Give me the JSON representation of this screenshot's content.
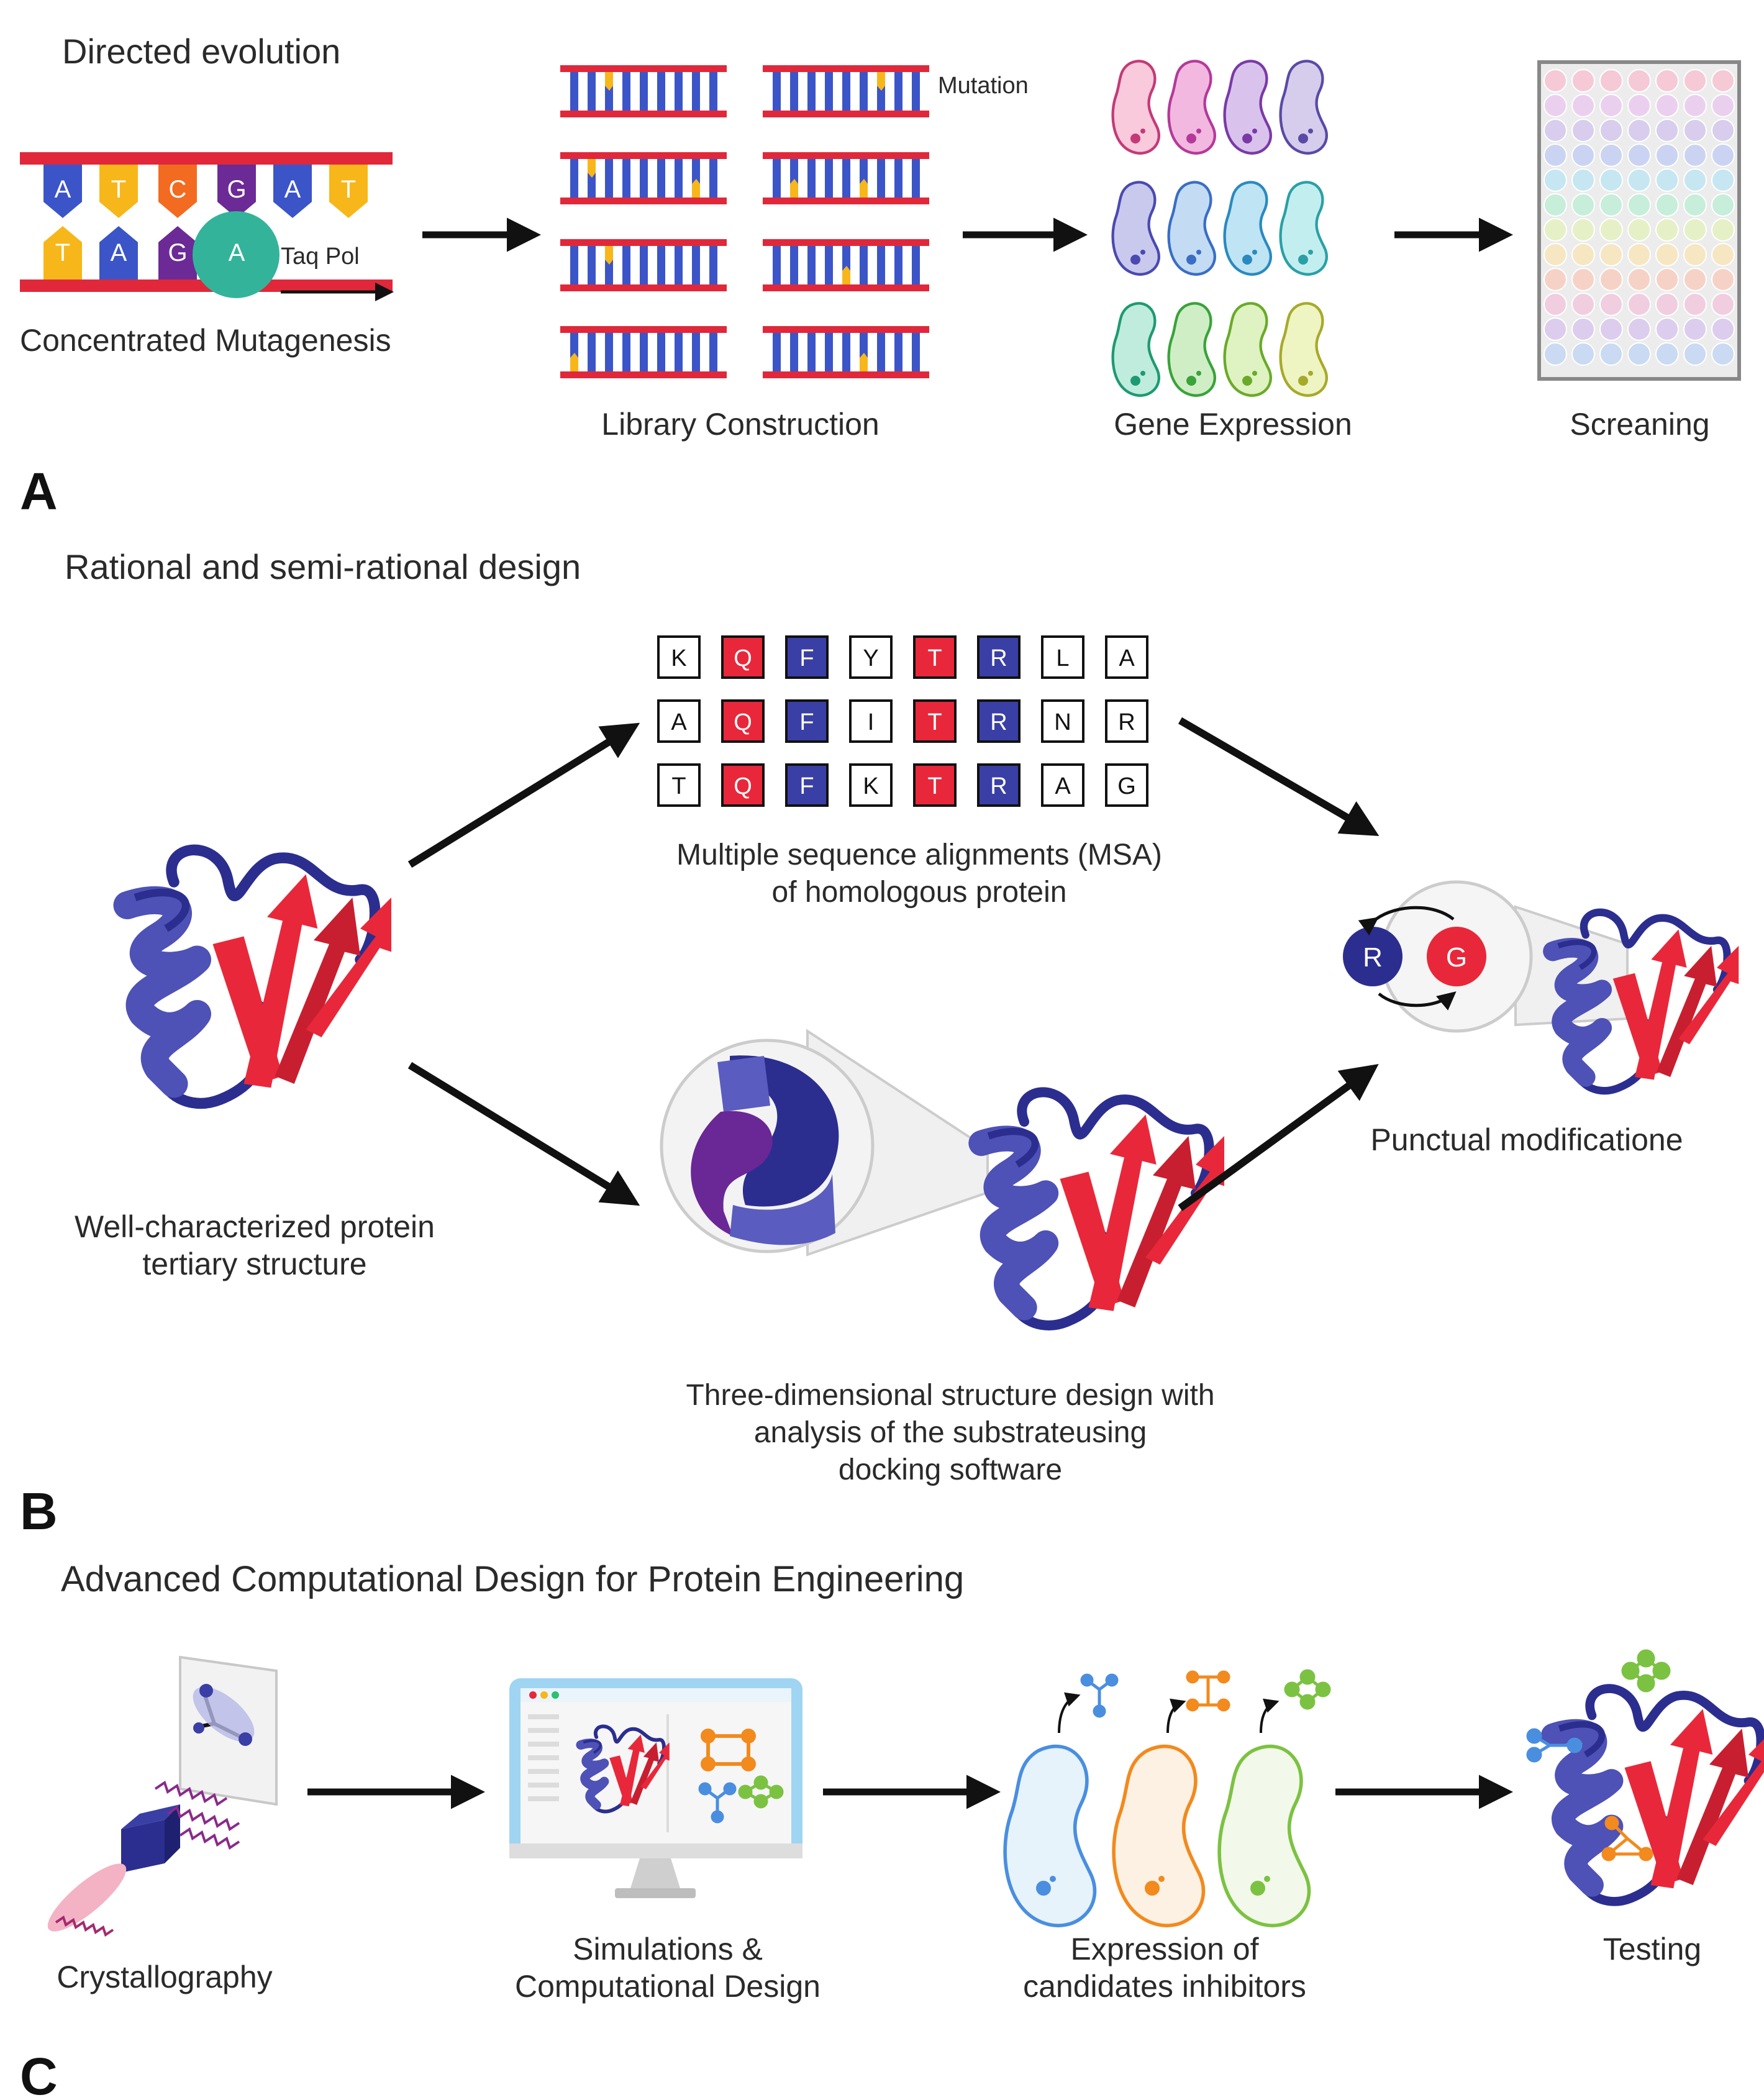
{
  "panel_a": {
    "title": "Directed evolution",
    "letter": "A",
    "dna_top_bases": [
      "A",
      "T",
      "C",
      "G",
      "A",
      "T"
    ],
    "dna_bottom_bases": [
      "T",
      "A",
      "G",
      "A"
    ],
    "taq_label": "Taq Pol",
    "step1_label": "Concentrated Mutagenesis",
    "mutation_label": "Mutation",
    "step2_label": "Library Construction",
    "step3_label": "Gene Expression",
    "step4_label": "Screaning"
  },
  "panel_b": {
    "title": "Rational and semi-rational design",
    "letter": "B",
    "msa_rows": [
      [
        "K",
        "Q",
        "F",
        "Y",
        "T",
        "R",
        "L",
        "A"
      ],
      [
        "A",
        "Q",
        "F",
        "I",
        "T",
        "R",
        "N",
        "R"
      ],
      [
        "T",
        "Q",
        "F",
        "K",
        "T",
        "R",
        "A",
        "G"
      ]
    ],
    "msa_label_line1": "Multiple sequence alignments (MSA)",
    "msa_label_line2": "of homologous protein",
    "protein_label_line1": "Well-characterized protein",
    "protein_label_line2": "tertiary structure",
    "swap_from": "R",
    "swap_to": "G",
    "punctual_label": "Punctual modificatione",
    "docking_label_line1": "Three-dimensional structure design with",
    "docking_label_line2": "analysis of the substrateusing",
    "docking_label_line3": "docking software"
  },
  "panel_c": {
    "title": "Advanced Computational Design for Protein Engineering",
    "letter": "C",
    "step1_label": "Crystallography",
    "step2_label_line1": "Simulations &",
    "step2_label_line2": "Computational Design",
    "step3_label_line1": "Expression of",
    "step3_label_line2": "candidates inhibitors",
    "step4_label": "Testing"
  },
  "colors": {
    "dna_red": "#e0283a",
    "dna_blue": "#3b55c8",
    "base_yellow": "#f7b71a",
    "base_orange": "#f26b21",
    "base_purple": "#6b2a96",
    "helix_blue": "#4e51b6",
    "helix_dark": "#2b2e8f",
    "strand_red": "#e8283a",
    "msa_red": "#e8283a",
    "msa_blue": "#3a3fa6",
    "taq_green": "#33b49a"
  }
}
